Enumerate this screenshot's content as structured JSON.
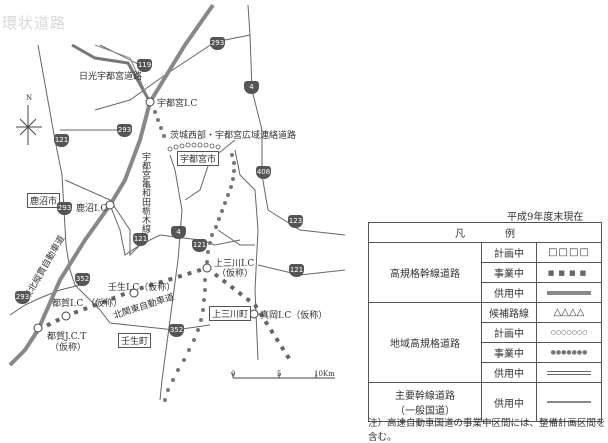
{
  "faded_heading": "環状道路",
  "map": {
    "north_label": "N",
    "roads": {
      "nikko_utsunomiya": "日光宇都宮道路",
      "ring_road": "茨城西部・宇都宮広域連絡道路",
      "utsunomiya_line": "宇都宮亀和田栃木線",
      "kita_kanto": "北関東自動車道",
      "tohoku": "東北縦貫自動車道"
    },
    "interchanges": {
      "utsunomiya_ic": "宇都宮I.C",
      "kanuma_ic": "鹿沼I.C",
      "mibu_ic": "壬生I.C（仮称）",
      "tsuga_ic": "都賀I.C （仮称）",
      "tsuga_jct": "都賀J.C.T",
      "tsuga_jct_sub": "（仮称）",
      "kaminokawa_ic": "上三川I.C",
      "kaminokawa_ic_sub": "（仮称）",
      "mooka_ic": "真岡I.C（仮称）"
    },
    "places": {
      "utsunomiya": "宇都宮市",
      "kanuma": "鹿沼市",
      "kaminokawa": "上三川町",
      "mibu": "壬生町"
    },
    "route_shields": [
      "119",
      "293",
      "293",
      "4",
      "121",
      "408",
      "293",
      "121",
      "4",
      "121",
      "123",
      "121",
      "352",
      "293",
      "352"
    ],
    "scale": {
      "ticks": [
        "0",
        "5",
        "10Km"
      ]
    }
  },
  "legend": {
    "as_of": "平成9年度末現在",
    "header": [
      "凡",
      "例"
    ],
    "groups": [
      {
        "name": "高規格幹線道路",
        "rows": [
          {
            "status": "計画中",
            "symbol": "□□□□"
          },
          {
            "status": "事業中",
            "symbol": "■■■■"
          },
          {
            "status": "供用中",
            "symbol": "thick-gray-line"
          }
        ]
      },
      {
        "name": "地域高規格道路",
        "rows": [
          {
            "status": "候補路線",
            "symbol": "△△△△"
          },
          {
            "status": "計画中",
            "symbol": "○○○○○○○"
          },
          {
            "status": "事業中",
            "symbol": "●●●●●●●"
          },
          {
            "status": "供用中",
            "symbol": "double-line"
          }
        ]
      },
      {
        "name": "主要幹線道路",
        "name2": "（一般国道）",
        "rows": [
          {
            "status": "供用中",
            "symbol": "gray-line"
          }
        ]
      }
    ],
    "note": "注）高速自動車国道の事業中区間には、整備計画区間を含む。"
  }
}
